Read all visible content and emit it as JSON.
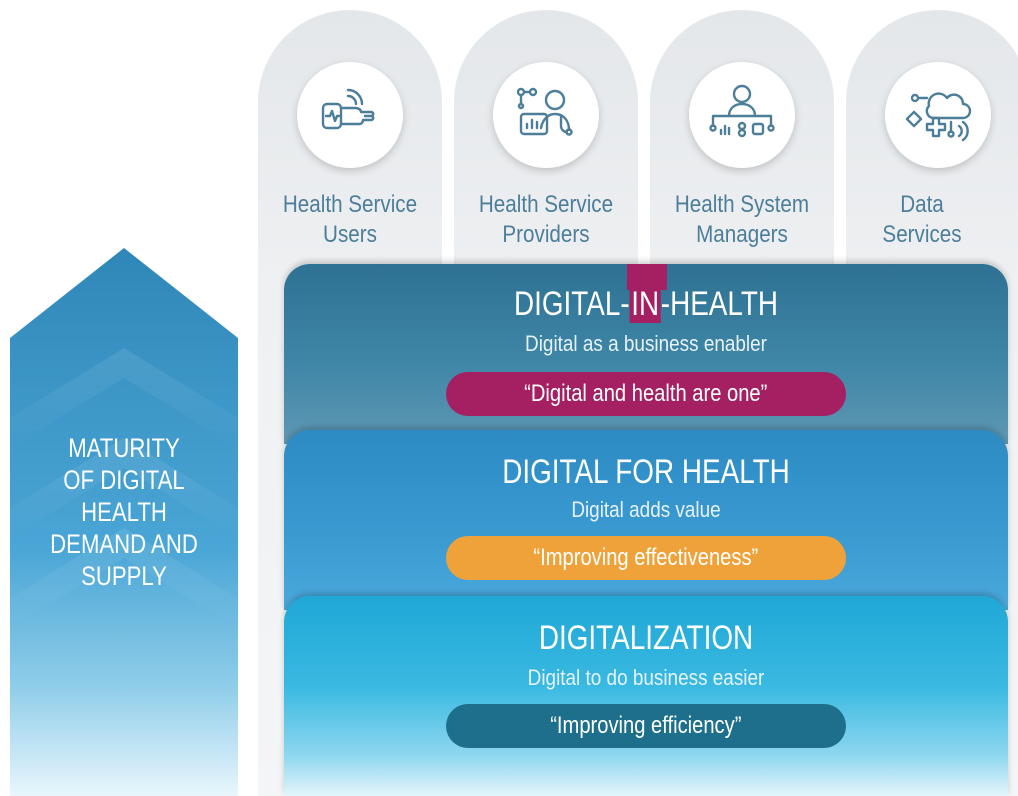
{
  "stakeholders": [
    {
      "line1": "Health Service",
      "line2": "Users",
      "icon": "smartwatch-hand-icon"
    },
    {
      "line1": "Health Service",
      "line2": "Providers",
      "icon": "provider-dashboard-icon"
    },
    {
      "line1": "Health System",
      "line2": "Managers",
      "icon": "manager-network-icon"
    },
    {
      "line1": "Data",
      "line2": "Services",
      "icon": "cloud-data-icon"
    }
  ],
  "maturity": {
    "lines": [
      "MATURITY",
      "OF DIGITAL",
      "HEALTH",
      "DEMAND AND",
      "SUPPLY"
    ]
  },
  "layers": {
    "top": {
      "title_part1": "DIGITAL-",
      "title_highlight": "IN",
      "title_part2": "-HEALTH",
      "subtitle": "Digital as a business enabler",
      "quote": "“Digital and health are one”"
    },
    "middle": {
      "title": "DIGITAL FOR HEALTH",
      "subtitle": "Digital adds value",
      "quote": "“Improving effectiveness”"
    },
    "bottom": {
      "title": "DIGITALIZATION",
      "subtitle": "Digital to do business easier",
      "quote": "“Improving efficiency”"
    }
  },
  "colors": {
    "magenta": "#a51f63",
    "orange": "#f0a23a",
    "dark_teal": "#1d6f8c",
    "label_blue": "#4d7e99"
  }
}
